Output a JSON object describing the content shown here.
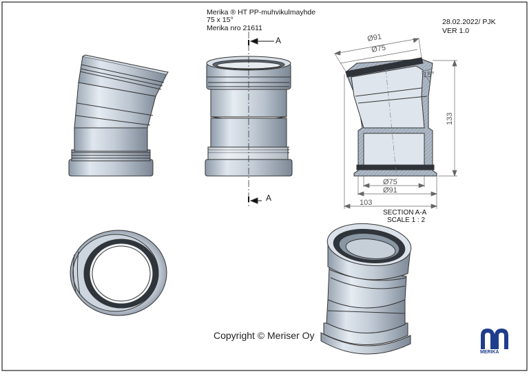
{
  "title_block": {
    "line1": "Merika ® HT PP-muhvikulmayhde",
    "line2": "75 x 15°",
    "line3": "Merika nro  21611"
  },
  "revision": {
    "date": "28.02.2022/ PJK",
    "version": "VER 1.0"
  },
  "section_markers": {
    "top": "A",
    "bottom": "A"
  },
  "dimensions": {
    "outer_top": "Ø91",
    "inner_top": "Ø75",
    "angle": "15°",
    "height": "133",
    "inner_bottom": "Ø75",
    "outer_bottom": "Ø91",
    "width": "103"
  },
  "section_caption": {
    "line1": "SECTION A-A",
    "line2": "SCALE 1 : 2"
  },
  "copyright": "Copyright © Meriser Oy",
  "logo": {
    "text": "MERIKA",
    "color": "#1f3d8c"
  }
}
